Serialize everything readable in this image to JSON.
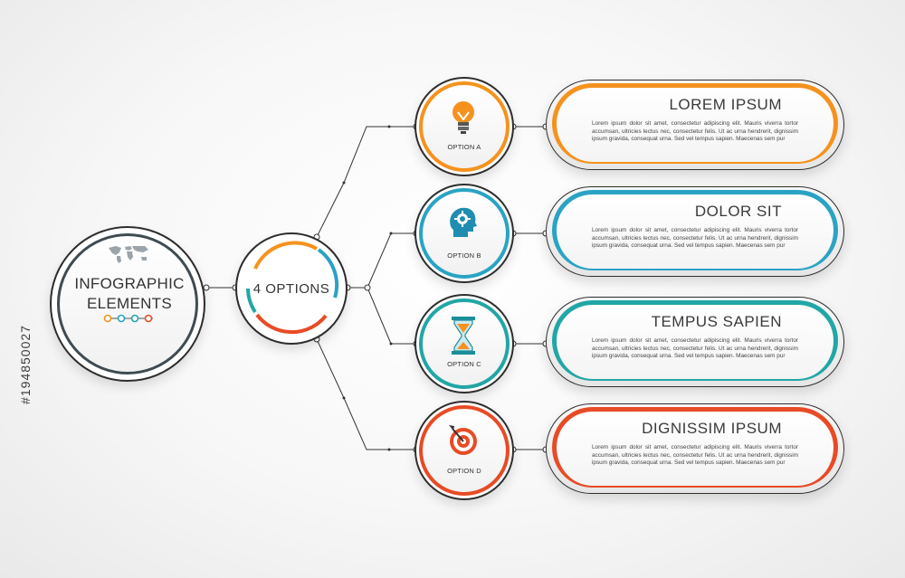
{
  "title_line1": "INFOGRAPHIC",
  "title_line2": "ELEMENTS",
  "center": {
    "label": "4 OPTIONS"
  },
  "watermark": "#194850027",
  "colors": {
    "orange": "#f5921e",
    "blue": "#2aa3c4",
    "teal": "#22a6a6",
    "red": "#e84b25",
    "dark": "#2d2d2d"
  },
  "options": [
    {
      "label": "OPTION A",
      "icon": "light-bulb-icon",
      "title": "LOREM IPSUM",
      "text": "Lorem ipsum dolor sit amet, consectetur adipiscing elit. Mauris viverra tortor accumsan, ultricies lectus nec, consectetur felis. Ut ac urna hendrerit, dignissim ipsum gravida, consequat urna. Sed vel tempus sapien. Maecenas sem pur",
      "color": "#f5921e"
    },
    {
      "label": "OPTION B",
      "icon": "head-gear-icon",
      "title": "DOLOR SIT",
      "text": "Lorem ipsum dolor sit amet, consectetur adipiscing elit. Mauris viverra tortor accumsan, ultricies lectus nec, consectetur felis. Ut ac urna hendrerit, dignissim ipsum gravida, consequat urna. Sed vel tempus sapien. Maecenas sem pur",
      "color": "#2aa3c4"
    },
    {
      "label": "OPTION C",
      "icon": "hourglass-icon",
      "title": "TEMPUS SAPIEN",
      "text": "Lorem ipsum dolor sit amet, consectetur adipiscing elit. Mauris viverra tortor accumsan, ultricies lectus nec, consectetur felis. Ut ac urna hendrerit, dignissim ipsum gravida, consequat urna. Sed vel tempus sapien. Maecenas sem pur",
      "color": "#22a6a6"
    },
    {
      "label": "OPTION D",
      "icon": "target-icon",
      "title": "DIGNISSIM IPSUM",
      "text": "Lorem ipsum dolor sit amet, consectetur adipiscing elit. Mauris viverra tortor accumsan, ultricies lectus nec, consectetur felis. Ut ac urna hendrerit, dignissim ipsum gravida, consequat urna. Sed vel tempus sapien. Maecenas sem pur",
      "color": "#e84b25"
    }
  ]
}
